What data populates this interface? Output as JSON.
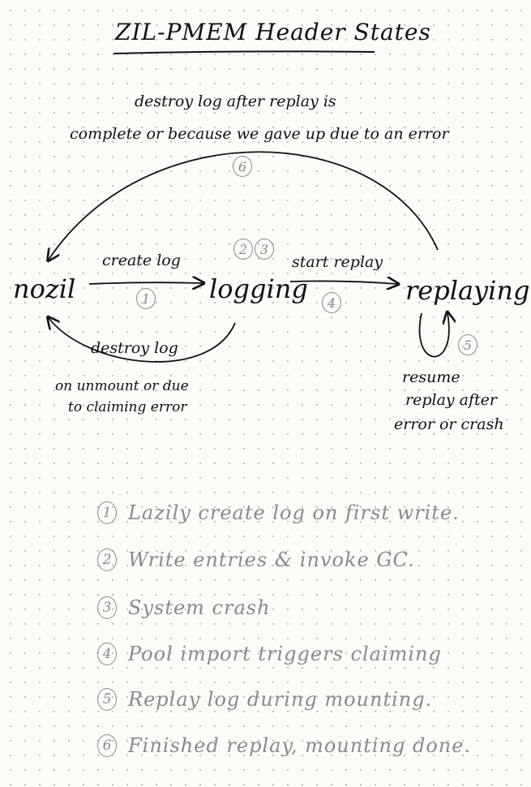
{
  "title": "ZIL-PMEM Header States",
  "states": {
    "nozil": "nozil",
    "logging": "logging",
    "replaying": "replaying"
  },
  "edges": {
    "destroy_after_replay_line1": "destroy log after replay is",
    "destroy_after_replay_line2": "complete or because we gave up due to an error",
    "create_log": "create log",
    "start_replay": "start replay",
    "destroy_log": "destroy log",
    "destroy_reason_line1": "on unmount or due",
    "destroy_reason_line2": "to claiming error",
    "resume_line1": "resume",
    "resume_line2": "replay after",
    "resume_line3": "error or crash"
  },
  "markers": {
    "m1": "1",
    "m23a": "2",
    "m23b": "3",
    "m4": "4",
    "m5": "5",
    "m6": "6"
  },
  "legend": [
    {
      "num": "1",
      "text": "Lazily create log on first write."
    },
    {
      "num": "2",
      "text": "Write entries & invoke GC."
    },
    {
      "num": "3",
      "text": "System crash"
    },
    {
      "num": "4",
      "text": "Pool import triggers claiming"
    },
    {
      "num": "5",
      "text": "Replay log during mounting."
    },
    {
      "num": "6",
      "text": "Finished replay, mounting done."
    }
  ]
}
